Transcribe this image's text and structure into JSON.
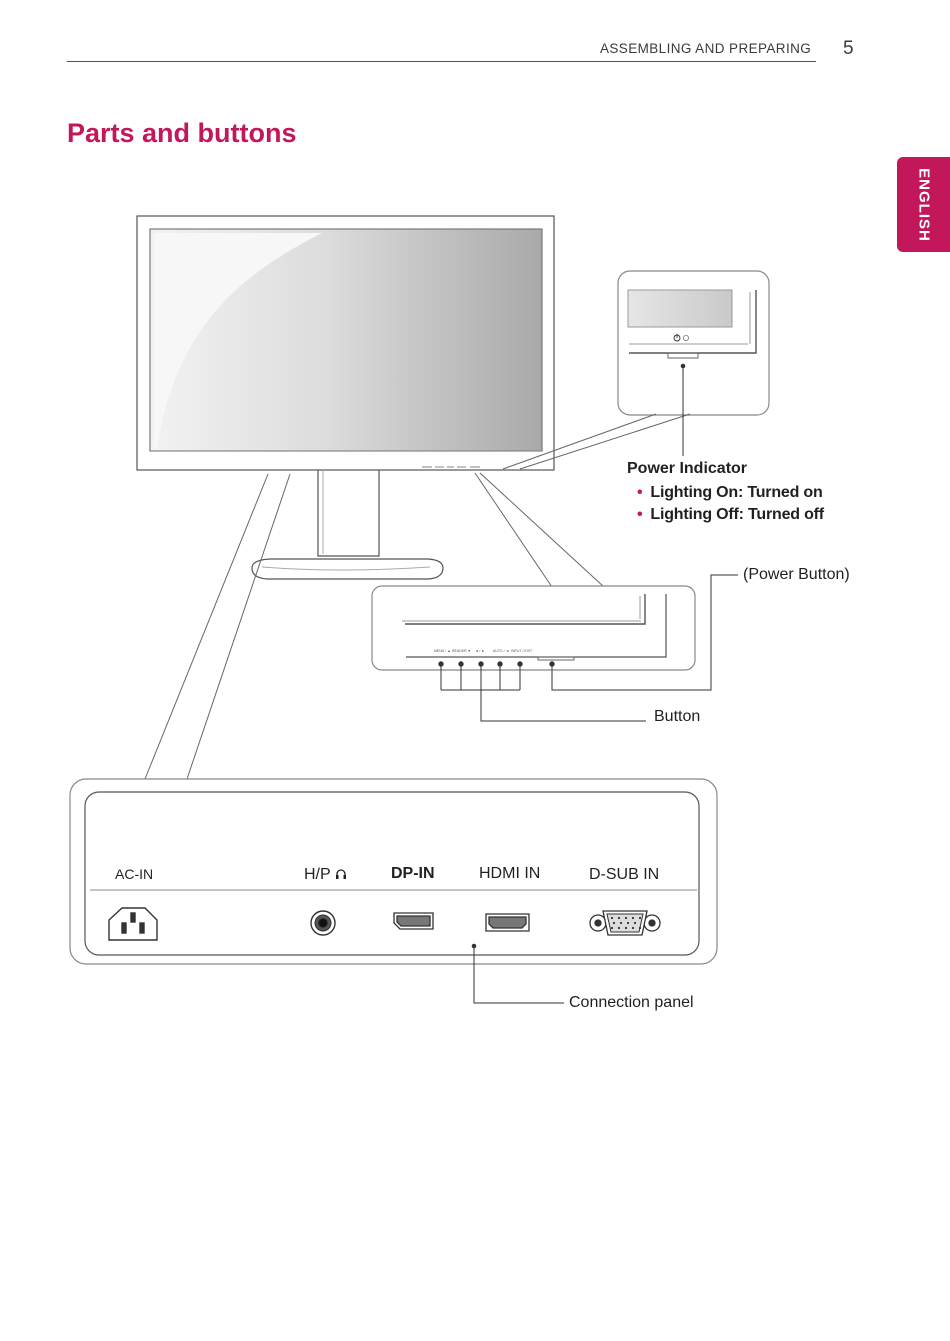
{
  "header": {
    "section": "ASSEMBLING AND PREPARING",
    "page_number": "5"
  },
  "side_tab": "ENGLISH",
  "title": "Parts and buttons",
  "power_indicator": {
    "heading": "Power Indicator",
    "items": [
      "Lighting On: Turned on",
      "Lighting Off: Turned off"
    ]
  },
  "callouts": {
    "power_button": "(Power Button)",
    "button": "Button",
    "connection_panel": "Connection panel"
  },
  "front_buttons": [
    "MENU / ▲",
    "READER ▼",
    "◄ / ►",
    "AUTO / ◄",
    "INPUT / EXIT"
  ],
  "ports": {
    "ac_in": "AC-IN",
    "hp": "H/P",
    "dp_in": "DP-IN",
    "hdmi_in": "HDMI IN",
    "dsub_in": "D-SUB IN"
  },
  "colors": {
    "accent": "#c2185b",
    "line": "#444444"
  }
}
